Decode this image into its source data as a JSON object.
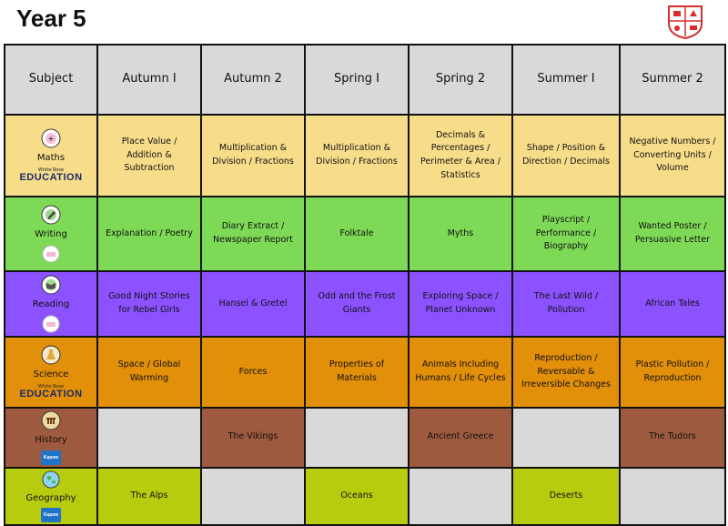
{
  "title": "Year 5",
  "crest": {
    "icon": "school-crest-icon",
    "color": "#d32f2f"
  },
  "header": [
    "Subject",
    "Autumn I",
    "Autumn 2",
    "Spring I",
    "Spring 2",
    "Summer I",
    "Summer 2"
  ],
  "rows": [
    {
      "subject": "Maths",
      "color": "#f7dc8a",
      "icon": "maths-badge-icon",
      "brand": {
        "small": "White Rose",
        "big": "EDUCATION"
      },
      "cells": [
        "Place Value / Addition & Subtraction",
        "Multiplication & Division / Fractions",
        "Multiplication & Division / Fractions",
        "Decimals & Percentages / Perimeter & Area / Statistics",
        "Shape / Position & Direction / Decimals",
        "Negative Numbers / Converting Units / Volume"
      ]
    },
    {
      "subject": "Writing",
      "color": "#7ed957",
      "icon": "writing-badge-icon",
      "cells": [
        "Explanation / Poetry",
        "Diary Extract / Newspaper Report",
        "Folktale",
        "Myths",
        "Playscript / Performance / Biography",
        "Wanted Poster / Persuasive Letter"
      ]
    },
    {
      "subject": "Reading",
      "color": "#8c52ff",
      "icon": "reading-badge-icon",
      "cells": [
        "Good Night Stories for Rebel Girls",
        "Hansel & Gretel",
        "Odd and the Frost Giants",
        "Exploring Space / Planet Unknown",
        "The Last Wild / Pollution",
        "African Tales"
      ]
    },
    {
      "subject": "Science",
      "color": "#e28f09",
      "icon": "science-badge-icon",
      "brand": {
        "small": "White Rose",
        "big": "EDUCATION"
      },
      "cells": [
        "Space / Global Warming",
        "Forces",
        "Properties of Materials",
        "Animals Including Humans / Life Cycles",
        "Reproduction / Reversable & Irreversible Changes",
        "Plastic Pollution / Reproduction"
      ]
    },
    {
      "subject": "History",
      "color": "#9e5a3e",
      "icon": "history-badge-icon",
      "kapow": "Kapow",
      "cells": [
        "",
        "The Vikings",
        "",
        "Ancient Greece",
        "",
        "The Tudors"
      ]
    },
    {
      "subject": "Geography",
      "color": "#b7cc0f",
      "icon": "geography-badge-icon",
      "kapow": "Kapow",
      "cells": [
        "The Alps",
        "",
        "Oceans",
        "",
        "Deserts",
        ""
      ]
    }
  ],
  "empty_color": "#d9d9d9"
}
